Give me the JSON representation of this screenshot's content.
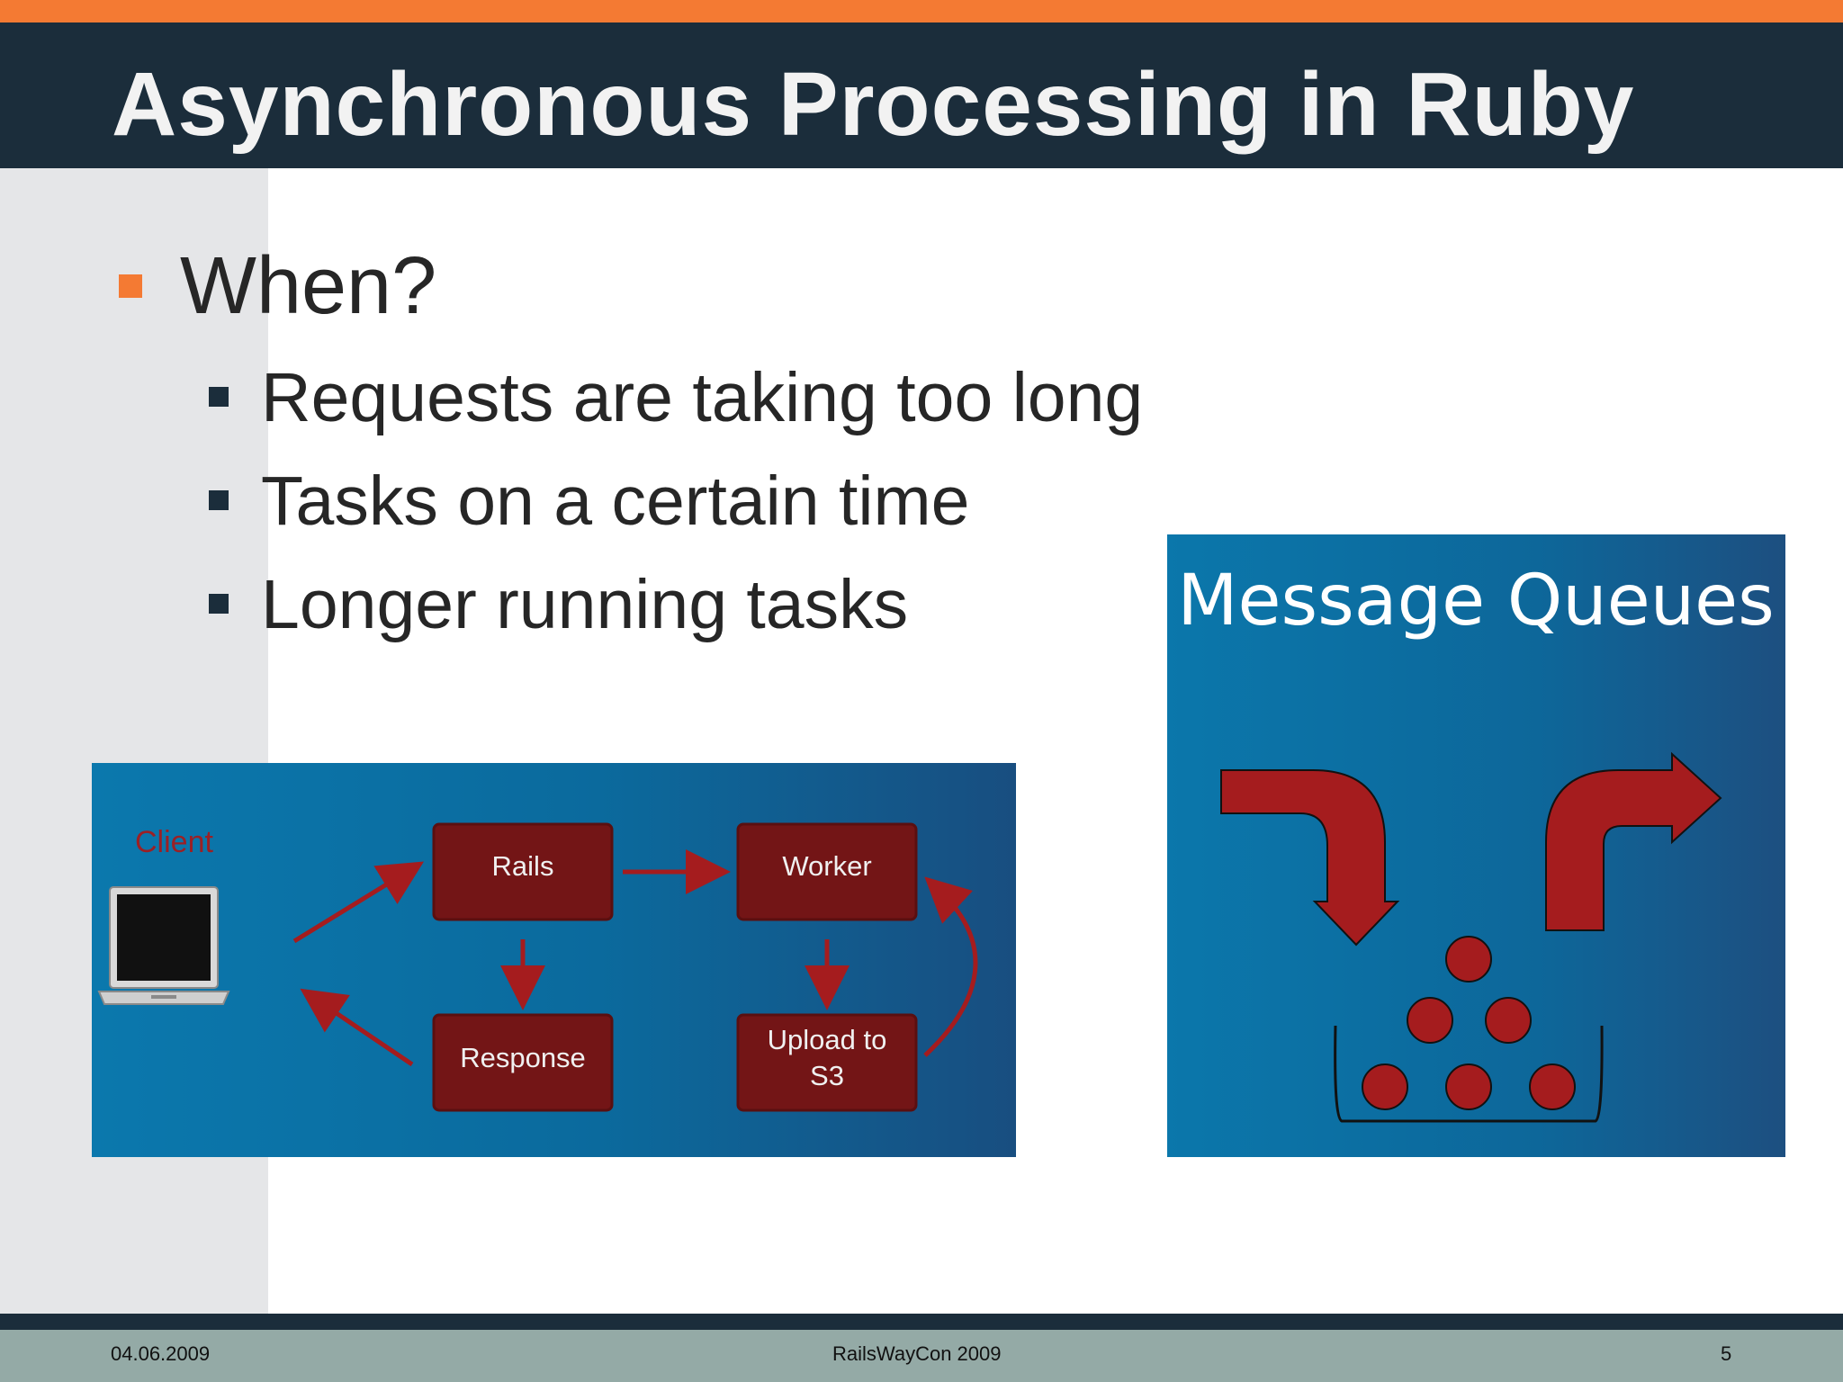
{
  "slide": {
    "title": "Asynchronous Processing in Ruby",
    "bullet": "When?",
    "sub_bullets": [
      "Requests are taking too long",
      "Tasks on a certain time",
      "Longer running tasks"
    ]
  },
  "diagram_flow": {
    "client_label": "Client",
    "boxes": {
      "rails": "Rails",
      "worker": "Worker",
      "response": "Response",
      "upload_line1": "Upload to",
      "upload_line2": "S3"
    }
  },
  "diagram_queue": {
    "title": "Message Queues",
    "ball_count": 6
  },
  "footer": {
    "date": "04.06.2009",
    "event": "RailsWayCon 2009",
    "page": "5"
  },
  "colors": {
    "accent": "#f47a33",
    "header": "#1b2d3b",
    "box": "#731516",
    "arrow": "#a51c1e"
  }
}
